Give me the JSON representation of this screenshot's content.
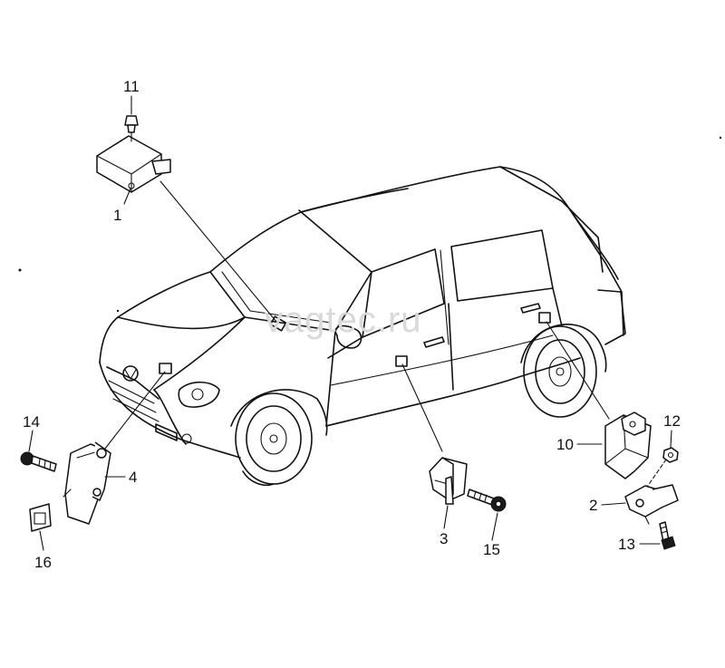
{
  "watermark": "vagtec.ru",
  "callouts": [
    {
      "id": "1",
      "label": "1"
    },
    {
      "id": "2",
      "label": "2"
    },
    {
      "id": "3",
      "label": "3"
    },
    {
      "id": "4",
      "label": "4"
    },
    {
      "id": "10",
      "label": "10"
    },
    {
      "id": "11",
      "label": "11"
    },
    {
      "id": "12",
      "label": "12"
    },
    {
      "id": "13",
      "label": "13"
    },
    {
      "id": "14",
      "label": "14"
    },
    {
      "id": "15",
      "label": "15"
    },
    {
      "id": "16",
      "label": "16"
    }
  ]
}
